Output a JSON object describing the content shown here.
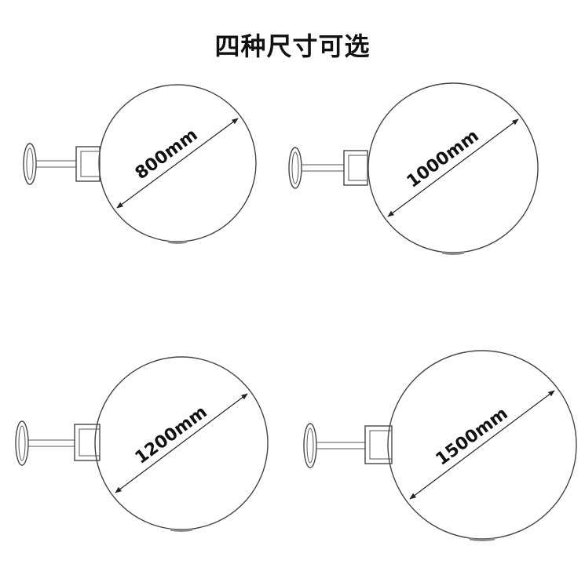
{
  "title": "四种尺寸可选",
  "signs": [
    {
      "label": "800mm"
    },
    {
      "label": "1000mm"
    },
    {
      "label": "1200mm"
    },
    {
      "label": "1500mm"
    }
  ]
}
